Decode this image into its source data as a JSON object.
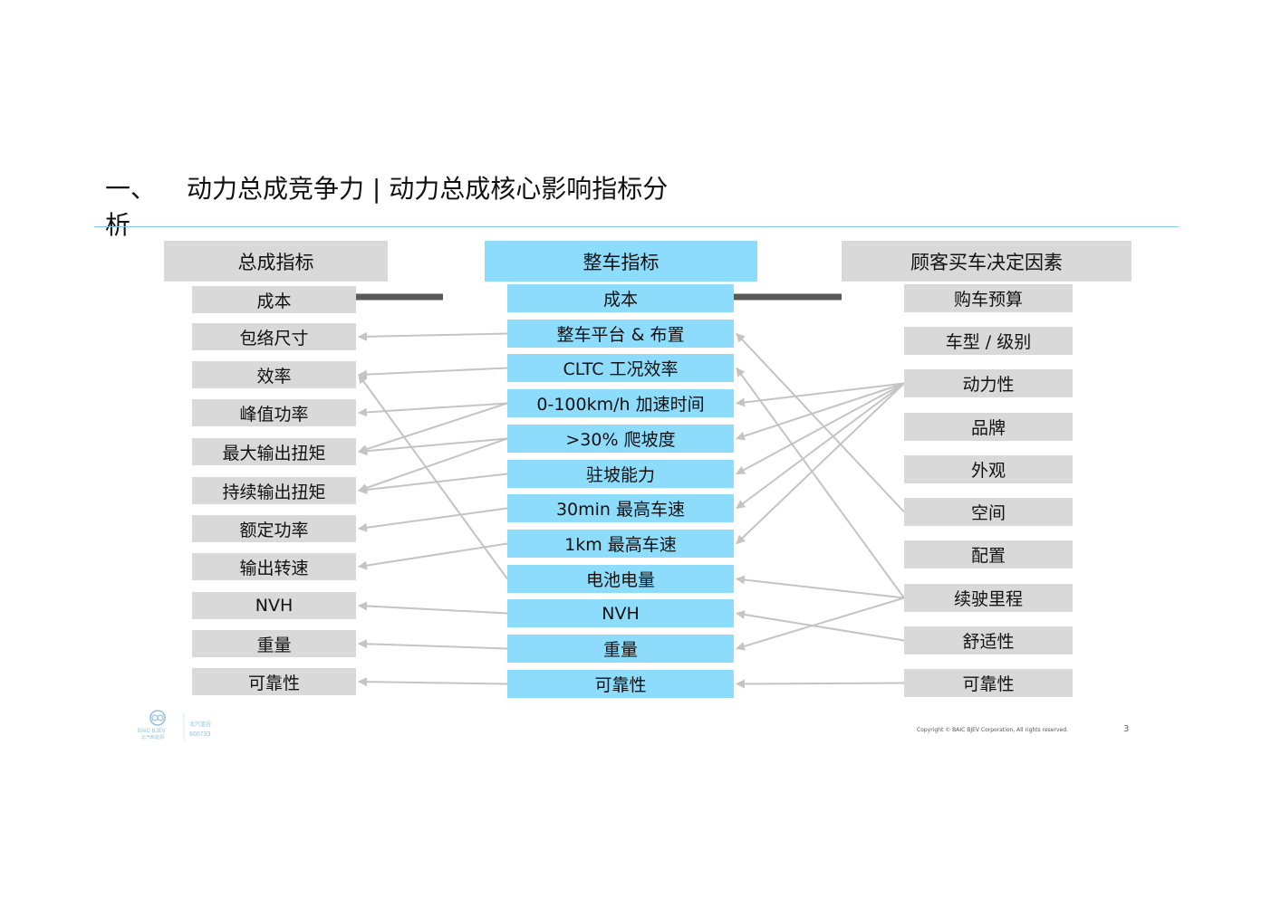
{
  "title": {
    "number": "一、",
    "line1": "动力总成竞争力 | 动力总成核心影响指标分",
    "line2": "析"
  },
  "columns": {
    "left_header": "总成指标",
    "middle_header": "整车指标",
    "right_header": "顾客买车决定因素"
  },
  "left_items": [
    "成本",
    "包络尺寸",
    "效率",
    "峰值功率",
    "最大输出扭矩",
    "持续输出扭矩",
    "额定功率",
    "输出转速",
    "NVH",
    "重量",
    "可靠性"
  ],
  "middle_items": [
    "成本",
    "整车平台 & 布置",
    "CLTC 工况效率",
    "0-100km/h  加速时间",
    ">30%  爬坡度",
    "驻坡能力",
    "30min  最高车速",
    "1km 最高车速",
    "电池电量",
    "NVH",
    "重量",
    "可靠性"
  ],
  "right_items": [
    "购车预算",
    "车型 / 级别",
    "动力性",
    "品牌",
    "外观",
    "空间",
    "配置",
    "续驶里程",
    "舒适性",
    "可靠性"
  ],
  "links": {
    "middle_to_left": [
      [
        1,
        1
      ],
      [
        2,
        2
      ],
      [
        3,
        3
      ],
      [
        3,
        4
      ],
      [
        4,
        4
      ],
      [
        4,
        5
      ],
      [
        5,
        5
      ],
      [
        6,
        6
      ],
      [
        7,
        7
      ],
      [
        8,
        2
      ],
      [
        9,
        8
      ],
      [
        10,
        9
      ],
      [
        11,
        10
      ]
    ],
    "right_to_middle": [
      [
        2,
        3
      ],
      [
        2,
        4
      ],
      [
        2,
        5
      ],
      [
        2,
        6
      ],
      [
        2,
        7
      ],
      [
        5,
        1
      ],
      [
        7,
        2
      ],
      [
        7,
        8
      ],
      [
        7,
        10
      ],
      [
        8,
        9
      ],
      [
        9,
        11
      ]
    ]
  },
  "colors": {
    "gray_box": "#d9d9d9",
    "blue_box": "#8ddcfb",
    "thin_arrow": "#c4c4c4",
    "thick_arrow": "#595959",
    "rule": "#7fc6e8"
  },
  "logo": {
    "brand": "BAIC BJEV",
    "cn_name": "北汽新能源",
    "line1": "北汽蓝谷",
    "line2": "600733"
  },
  "footer": {
    "copyright": "Copyright ©  BAIC BJEV Corporation,  All rights reserved.",
    "page": "3"
  }
}
